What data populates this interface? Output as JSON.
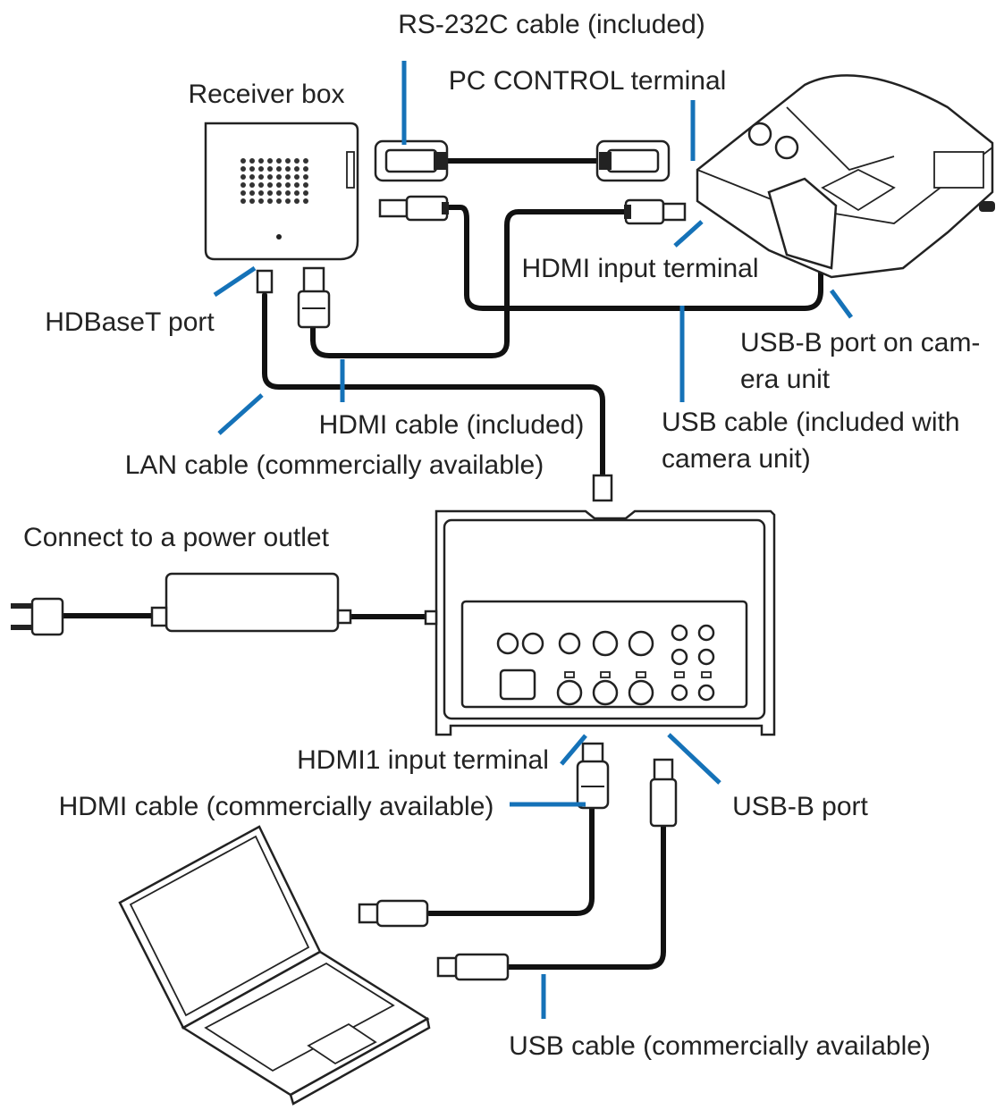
{
  "labels": {
    "rs232c_cable": "RS-232C cable (included)",
    "receiver_box": "Receiver box",
    "pc_control_terminal": "PC CONTROL terminal",
    "hdmi_input_terminal": "HDMI input terminal",
    "hdbaset_port": "HDBaseT port",
    "usb_b_port_camera_line1": "USB-B port on cam-",
    "usb_b_port_camera_line2": "era unit",
    "hdmi_cable_included": "HDMI cable (included)",
    "usb_cable_camera_line1": "USB cable (included with",
    "usb_cable_camera_line2": "camera unit)",
    "lan_cable": "LAN cable (commercially available)",
    "power_outlet": "Connect to a power outlet",
    "hdmi1_input_terminal": "HDMI1 input terminal",
    "hdmi_cable_commercial": "HDMI cable (commercially available)",
    "usb_b_port": "USB-B port",
    "usb_cable_commercial": "USB cable (commercially available)"
  },
  "colors": {
    "leader": "#1572b8",
    "cable": "#111111",
    "text": "#222222"
  },
  "icons": [
    "receiver-box",
    "projector",
    "transmitter-box",
    "ac-adapter",
    "laptop",
    "hdmi-plug",
    "usb-a-plug",
    "rj45-plug",
    "db9-connector",
    "power-plug"
  ]
}
